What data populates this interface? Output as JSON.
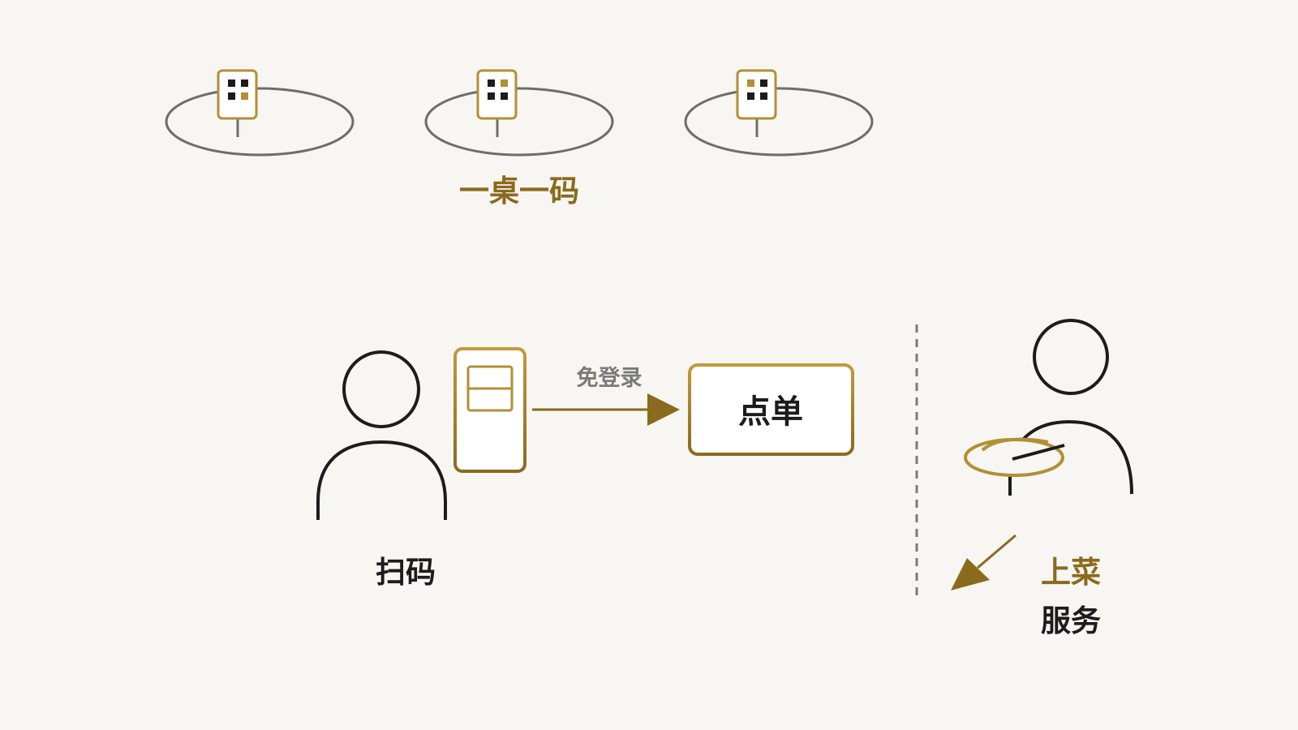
{
  "labels": {
    "tables_caption": "一桌一码",
    "scan": "扫码",
    "no_login": "免登录",
    "order": "点单",
    "serve_line1": "上菜",
    "serve_line2": "服务"
  },
  "colors": {
    "gold": "#b38f34",
    "gold_dark": "#8a6a1c",
    "outline": "#1c1c1c",
    "table_stroke": "#6e6d69",
    "muted_text": "#7a7a7a",
    "background": "#f7f6f3",
    "card_fill": "#ffffff"
  },
  "icons": [
    "qr-code-icon",
    "person-icon",
    "phone-icon",
    "waiter-icon",
    "plate-icon",
    "arrow-right-icon",
    "arrow-down-left-icon"
  ]
}
